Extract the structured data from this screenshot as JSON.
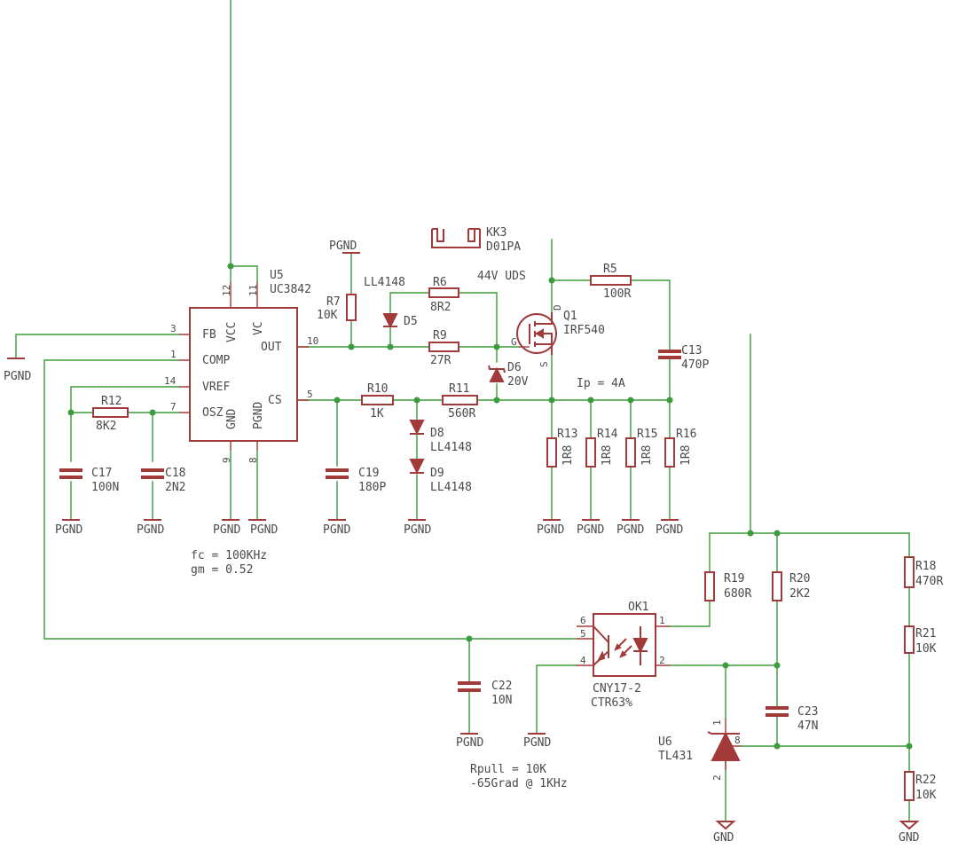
{
  "ic_u5": {
    "ref": "U5",
    "value": "UC3842",
    "pins": {
      "fb": "FB",
      "vcc": "VCC",
      "vc": "VC",
      "out": "OUT",
      "comp": "COMP",
      "vref": "VREF",
      "osz": "OSZ",
      "gnd": "GND",
      "pgnd": "PGND",
      "cs": "CS"
    },
    "pin_numbers": {
      "p12": "12",
      "p11": "11",
      "p3": "3",
      "p1": "1",
      "p14": "14",
      "p7": "7",
      "p10": "10",
      "p5": "5",
      "p9": "9",
      "p8": "8"
    }
  },
  "components": {
    "r5": {
      "ref": "R5",
      "value": "100R"
    },
    "r6": {
      "ref": "R6",
      "value": "8R2"
    },
    "r7": {
      "ref": "R7",
      "value": "10K"
    },
    "r9": {
      "ref": "R9",
      "value": "27R"
    },
    "r10": {
      "ref": "R10",
      "value": "1K"
    },
    "r11": {
      "ref": "R11",
      "value": "560R"
    },
    "r12": {
      "ref": "R12",
      "value": "8K2"
    },
    "r13": {
      "ref": "R13",
      "value": "1R8"
    },
    "r14": {
      "ref": "R14",
      "value": "1R8"
    },
    "r15": {
      "ref": "R15",
      "value": "1R8"
    },
    "r16": {
      "ref": "R16",
      "value": "1R8"
    },
    "r18": {
      "ref": "R18",
      "value": "470R"
    },
    "r19": {
      "ref": "R19",
      "value": "680R"
    },
    "r20": {
      "ref": "R20",
      "value": "2K2"
    },
    "r21": {
      "ref": "R21",
      "value": "10K"
    },
    "r22": {
      "ref": "R22",
      "value": "10K"
    },
    "c13": {
      "ref": "C13",
      "value": "470P"
    },
    "c17": {
      "ref": "C17",
      "value": "100N"
    },
    "c18": {
      "ref": "C18",
      "value": "2N2"
    },
    "c19": {
      "ref": "C19",
      "value": "180P"
    },
    "c22": {
      "ref": "C22",
      "value": "10N"
    },
    "c23": {
      "ref": "C23",
      "value": "47N"
    },
    "d5": {
      "ref": "D5",
      "value": "LL4148"
    },
    "d6": {
      "ref": "D6",
      "value": "20V"
    },
    "d8": {
      "ref": "D8",
      "value": "LL4148"
    },
    "d9": {
      "ref": "D9",
      "value": "LL4148"
    },
    "q1": {
      "ref": "Q1",
      "value": "IRF540",
      "pin_g": "G",
      "pin_d": "D",
      "pin_s": "S"
    },
    "kk3": {
      "ref": "KK3",
      "value": "D01PA"
    },
    "ok1": {
      "ref": "OK1",
      "value": "CNY17-2",
      "ctr": "CTR63%",
      "pin_numbers": {
        "p1": "1",
        "p2": "2",
        "p4": "4",
        "p5": "5",
        "p6": "6"
      }
    },
    "u6": {
      "ref": "U6",
      "value": "TL431",
      "pin_numbers": {
        "p1": "1",
        "p2": "2",
        "p8": "8"
      }
    }
  },
  "ground_labels": {
    "pgnd": "PGND",
    "gnd": "GND"
  },
  "annotations": {
    "uds": "44V UDS",
    "ip": "Ip = 4A",
    "fc": "fc  = 100KHz",
    "gm": "gm = 0.52",
    "rpull": "Rpull = 10K",
    "phase": "-65Grad @ 1KHz"
  },
  "colors": {
    "wire": "#3c9b3c",
    "part": "#a33a3a",
    "text": "#4a4a4a",
    "background": "#ffffff"
  }
}
